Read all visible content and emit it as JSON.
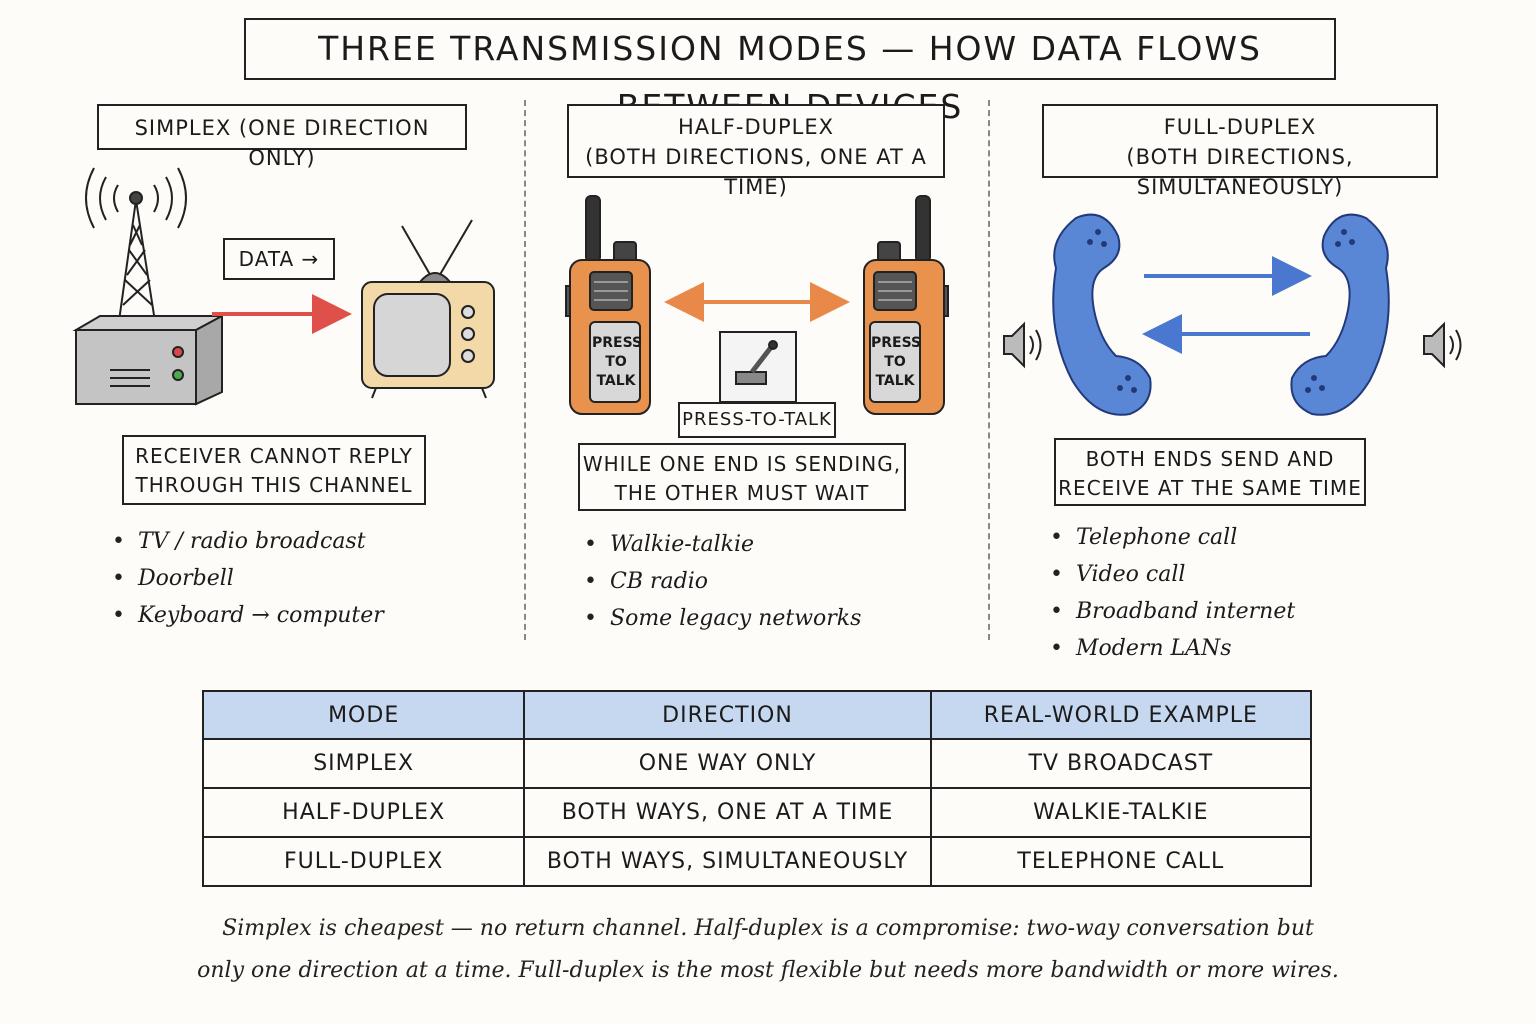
{
  "title": "THREE TRANSMISSION MODES — HOW DATA FLOWS BETWEEN DEVICES",
  "simplex": {
    "heading": "SIMPLEX (ONE DIRECTION ONLY)",
    "arrow_label": "DATA →",
    "caption_line1": "RECEIVER CANNOT REPLY",
    "caption_line2": "THROUGH THIS CHANNEL",
    "examples": [
      "TV / radio broadcast",
      "Doorbell",
      "Keyboard → computer"
    ]
  },
  "half_duplex": {
    "heading_line1": "HALF-DUPLEX",
    "heading_line2": "(BOTH DIRECTIONS, ONE AT A TIME)",
    "radio_label": [
      "PRESS",
      "TO",
      "TALK"
    ],
    "switch_label": "PRESS-TO-TALK",
    "caption_line1": "WHILE ONE END IS SENDING,",
    "caption_line2": "THE OTHER MUST WAIT",
    "examples": [
      "Walkie-talkie",
      "CB radio",
      "Some legacy networks"
    ]
  },
  "full_duplex": {
    "heading_line1": "FULL-DUPLEX",
    "heading_line2": "(BOTH DIRECTIONS, SIMULTANEOUSLY)",
    "caption_line1": "BOTH ENDS SEND AND",
    "caption_line2": "RECEIVE AT THE SAME TIME",
    "examples": [
      "Telephone call",
      "Video call",
      "Broadband internet",
      "Modern LANs"
    ]
  },
  "table": {
    "headers": [
      "MODE",
      "DIRECTION",
      "REAL-WORLD EXAMPLE"
    ],
    "rows": [
      [
        "SIMPLEX",
        "ONE WAY ONLY",
        "TV BROADCAST"
      ],
      [
        "HALF-DUPLEX",
        "BOTH WAYS, ONE AT A TIME",
        "WALKIE-TALKIE"
      ],
      [
        "FULL-DUPLEX",
        "BOTH WAYS, SIMULTANEOUSLY",
        "TELEPHONE CALL"
      ]
    ]
  },
  "note_line1": "Simplex is cheapest — no return channel. Half-duplex is a compromise: two-way conversation but",
  "note_line2": "only one direction at a time. Full-duplex is the most flexible but needs more bandwidth or more wires.",
  "colors": {
    "simplex_arrow": "#e0504a",
    "half_duplex_arrow": "#e8894a",
    "full_duplex_arrow": "#4a78d0",
    "radio_body": "#e8924e",
    "phone": "#5a86d6",
    "table_header": "#c6d7f0"
  },
  "icons": [
    "radio-tower-icon",
    "transmitter-icon",
    "television-icon",
    "walkie-talkie-icon",
    "press-switch-icon",
    "telephone-handset-icon",
    "speaker-icon"
  ]
}
